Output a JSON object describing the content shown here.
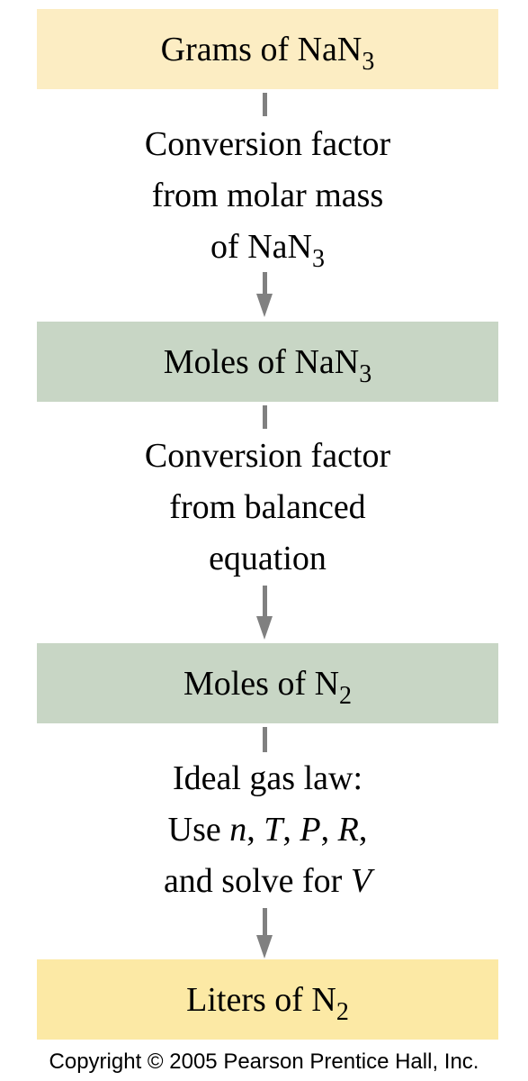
{
  "boxes": [
    {
      "label": "Grams of NaN",
      "sub": "3",
      "color": "#fcedc3"
    },
    {
      "label": "Moles of NaN",
      "sub": "3",
      "color": "#c8d6c5"
    },
    {
      "label": "Moles of N",
      "sub": "2",
      "color": "#c8d6c5"
    },
    {
      "label": "Liters of N",
      "sub": "2",
      "color": "#fce9a5"
    }
  ],
  "steps": [
    {
      "line1": "Conversion factor",
      "line2": "from molar mass",
      "line3_text": "of NaN",
      "line3_sub": "3"
    },
    {
      "line1": "Conversion factor",
      "line2": "from balanced",
      "line3": "equation"
    },
    {
      "line1": "Ideal gas law:",
      "line2_prefix": "Use ",
      "vars": [
        "n",
        "T",
        "P",
        "R"
      ],
      "line3_prefix": "and solve for ",
      "line3_var": "V"
    }
  ],
  "arrow_color": "#808080",
  "copyright": "Copyright © 2005 Pearson Prentice Hall, Inc."
}
